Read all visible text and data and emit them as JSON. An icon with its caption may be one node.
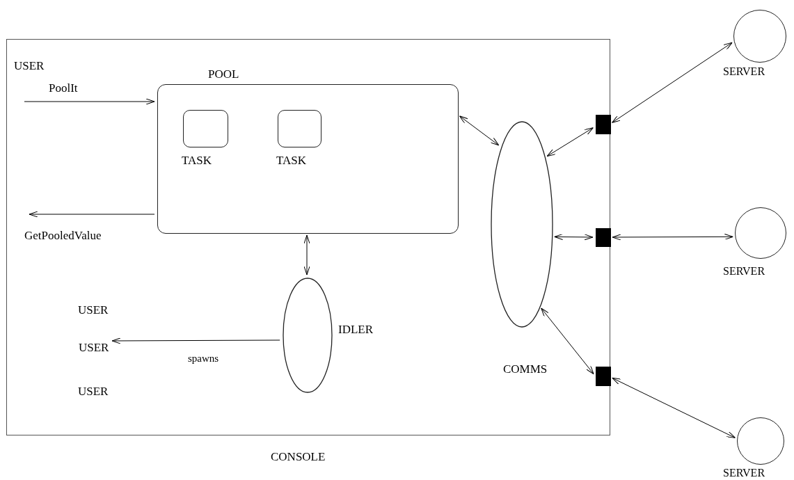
{
  "diagram": {
    "nodes": [
      {
        "text": [
          "CONSOLE"
        ]
      },
      {
        "text": [
          "POOL"
        ],
        "in": 0
      },
      {
        "text": [
          "TASK"
        ],
        "in": 1
      },
      {
        "text": [
          "TASK"
        ],
        "in": 1
      },
      {
        "text": [
          "IDLER"
        ],
        "in": 0
      },
      {
        "text": [
          "COMMS"
        ],
        "in": 0
      },
      {
        "text": [
          "USER"
        ],
        "in": 0
      },
      {
        "text": [],
        "shape": "box",
        "in": 0
      },
      {
        "text": [],
        "shape": "box",
        "in": 0
      },
      {
        "text": [],
        "shape": "box",
        "in": 0
      },
      {
        "text": [
          "SERVER"
        ]
      },
      {
        "text": [
          "SERVER"
        ]
      },
      {
        "text": [
          "SERVER"
        ]
      }
    ],
    "edges": [
      {
        "from": null,
        "to": 1,
        "arrow": "to",
        "label": "PoolIt"
      },
      {
        "from": 1,
        "to": null,
        "arrow": "to",
        "label": "GetPooledValue"
      },
      {
        "from": 1,
        "to": 5,
        "arrow": "both"
      },
      {
        "from": 1,
        "to": 4,
        "arrow": "both"
      },
      {
        "from": 4,
        "to": 6,
        "arrow": "to",
        "label": "spawns"
      },
      {
        "from": 5,
        "to": 7,
        "arrow": "both"
      },
      {
        "from": 5,
        "to": 8,
        "arrow": "both"
      },
      {
        "from": 5,
        "to": 9,
        "arrow": "both"
      },
      {
        "from": 7,
        "to": 10,
        "arrow": "both"
      },
      {
        "from": 8,
        "to": 11,
        "arrow": "both"
      },
      {
        "from": 9,
        "to": 12,
        "arrow": "both"
      }
    ],
    "labels": [
      "USER",
      "USER",
      "USER"
    ]
  }
}
